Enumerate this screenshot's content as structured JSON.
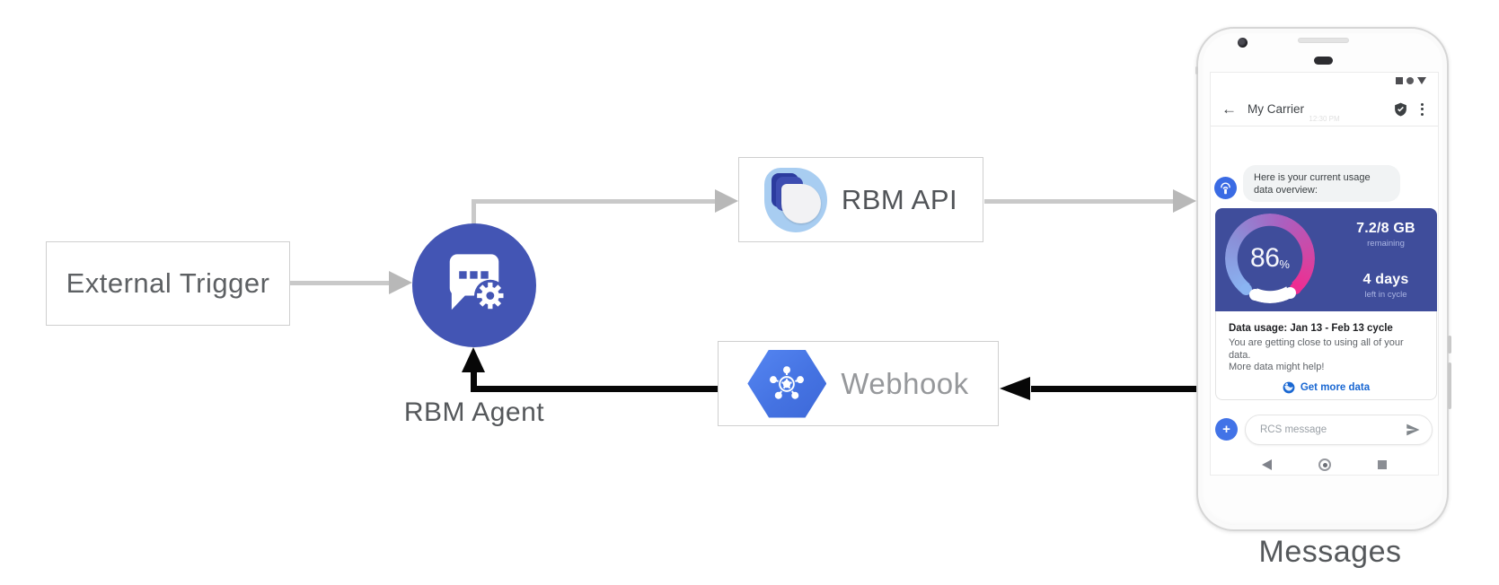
{
  "diagram": {
    "external_trigger_label": "External Trigger",
    "rbm_agent_label": "RBM Agent",
    "rbm_api_label": "RBM API",
    "webhook_label": "Webhook",
    "phone_caption": "Messages"
  },
  "phone": {
    "header": {
      "title": "My Carrier",
      "timestamp": "12:30 PM"
    },
    "message_bubble": {
      "line1": "Here is your current usage",
      "line2": "data overview:"
    },
    "usage_card": {
      "percent_value": "86",
      "percent_unit": "%",
      "remaining_value": "7.2/8 GB",
      "remaining_label": "remaining",
      "days_value": "4 days",
      "days_label": "left in cycle",
      "title": "Data usage: Jan 13 - Feb 13 cycle",
      "body_line1": "You are getting close to using all of your data.",
      "body_line2": "More data might help!",
      "action_label": "Get more data"
    },
    "composer": {
      "placeholder": "RCS message"
    }
  },
  "colors": {
    "agent_circle_blue": "#4355b4",
    "flow_line_gray": "#c9c9c9",
    "flow_arrowhead_gray": "#b8b8b8",
    "flow_line_black": "#070707",
    "usage_card_indigo": "#3f4d9b",
    "gauge_blue": "#8ab4f2",
    "gauge_purple": "#aa60c0",
    "gauge_pink": "#ee2d92",
    "link_blue": "#1967d2",
    "avatar_blue": "#3a6be4",
    "webhook_hexagon_blue": "#4573e2",
    "rbm_logo_light_blue": "#a8cdf1",
    "rbm_logo_dark_blue": "#2b3b9e",
    "compose_plus_blue": "#4273e7",
    "box_border_gray": "#cfcfcf",
    "label_gray": "#55585b",
    "webhook_label_gray": "#96989b"
  }
}
